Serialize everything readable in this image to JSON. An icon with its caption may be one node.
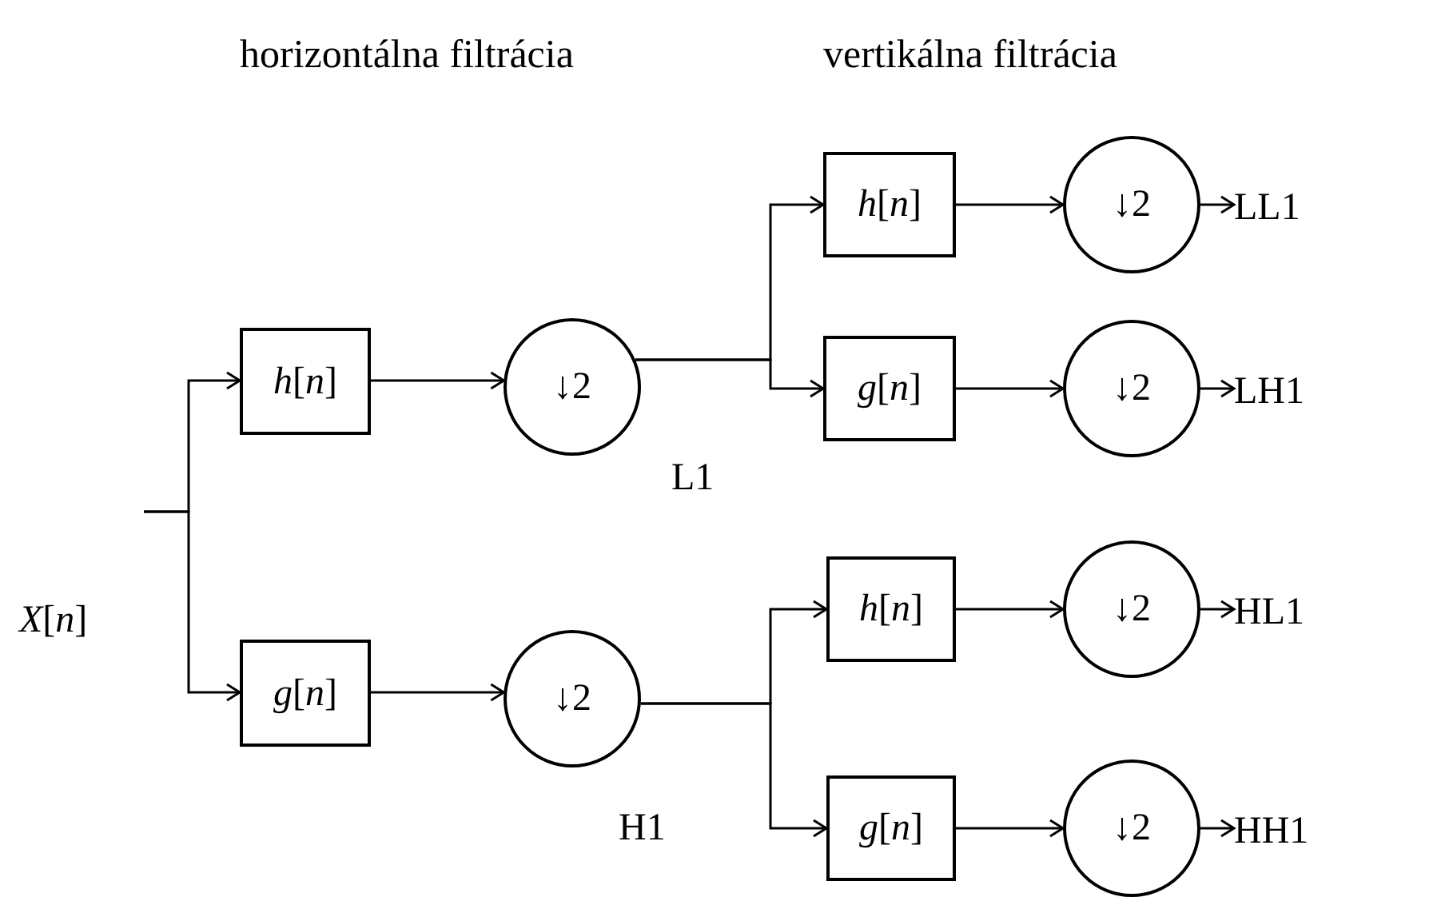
{
  "diagram": {
    "nodes": [
      {
        "text": [
          "*X*[*n*]"
        ]
      },
      {
        "text": [
          "*h*[*n*]"
        ]
      },
      {
        "text": [
          "*g*[*n*]"
        ]
      },
      {
        "text": [
          "↓2"
        ],
        "beside": [
          "L1"
        ]
      },
      {
        "text": [
          "↓2"
        ],
        "beside": [
          "H1"
        ]
      },
      {
        "text": [
          "*h*[*n*]"
        ]
      },
      {
        "text": [
          "*g*[*n*]"
        ]
      },
      {
        "text": [
          "*h*[*n*]"
        ]
      },
      {
        "text": [
          "*g*[*n*]"
        ]
      },
      {
        "text": [
          "↓2"
        ]
      },
      {
        "text": [
          "↓2"
        ]
      },
      {
        "text": [
          "↓2"
        ]
      },
      {
        "text": [
          "↓2"
        ]
      },
      {
        "text": [
          "LL1"
        ]
      },
      {
        "text": [
          "LH1"
        ]
      },
      {
        "text": [
          "HL1"
        ]
      },
      {
        "text": [
          "HH1"
        ]
      }
    ],
    "edges": [
      {
        "from": 0,
        "to": 1,
        "arrow": "to"
      },
      {
        "from": 0,
        "to": 2,
        "arrow": "to"
      },
      {
        "from": 1,
        "to": 3,
        "arrow": "to"
      },
      {
        "from": 2,
        "to": 4,
        "arrow": "to"
      },
      {
        "from": 3,
        "to": 5,
        "arrow": "to"
      },
      {
        "from": 3,
        "to": 6,
        "arrow": "to"
      },
      {
        "from": 4,
        "to": 7,
        "arrow": "to"
      },
      {
        "from": 4,
        "to": 8,
        "arrow": "to"
      },
      {
        "from": 5,
        "to": 9,
        "arrow": "to"
      },
      {
        "from": 6,
        "to": 10,
        "arrow": "to"
      },
      {
        "from": 7,
        "to": 11,
        "arrow": "to"
      },
      {
        "from": 8,
        "to": 12,
        "arrow": "to"
      },
      {
        "from": 9,
        "to": 13,
        "arrow": "to"
      },
      {
        "from": 10,
        "to": 14,
        "arrow": "to"
      },
      {
        "from": 11,
        "to": 15,
        "arrow": "to"
      },
      {
        "from": 12,
        "to": 16,
        "arrow": "to"
      }
    ],
    "labels": [
      "horizontálna filtrácia",
      "vertikálna filtrácia"
    ]
  }
}
